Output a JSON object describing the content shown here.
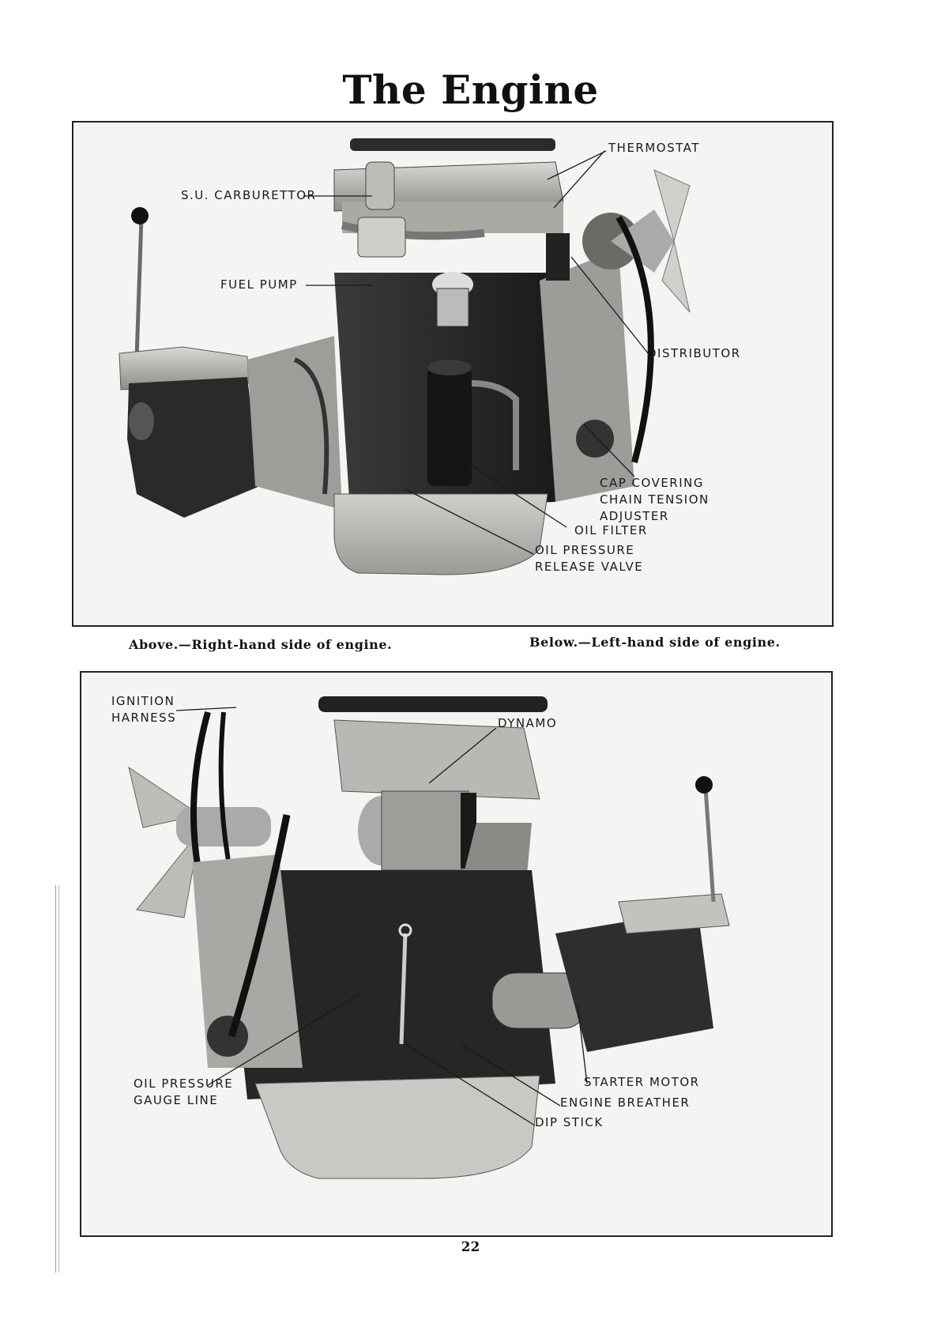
{
  "page": {
    "title": "The Engine",
    "page_number": "22"
  },
  "upper_plate": {
    "caption": "Above.—Right-hand side of engine.",
    "labels": {
      "su_carburettor": "S.U. CARBURETTOR",
      "fuel_pump": "FUEL PUMP",
      "thermostat": "THERMOSTAT",
      "distributor": "DISTRIBUTOR",
      "cap_covering": "CAP COVERING\nCHAIN TENSION\nADJUSTER",
      "oil_filter": "OIL FILTER",
      "oil_pressure_release": "OIL PRESSURE\nRELEASE VALVE"
    }
  },
  "lower_plate": {
    "caption": "Below.—Left-hand side of engine.",
    "labels": {
      "ignition_harness": "IGNITION\nHARNESS",
      "dynamo": "DYNAMO",
      "oil_pressure_gauge": "OIL PRESSURE\nGAUGE LINE",
      "starter_motor": "STARTER MOTOR",
      "engine_breather": "ENGINE BREATHER",
      "dip_stick": "DIP STICK"
    }
  }
}
